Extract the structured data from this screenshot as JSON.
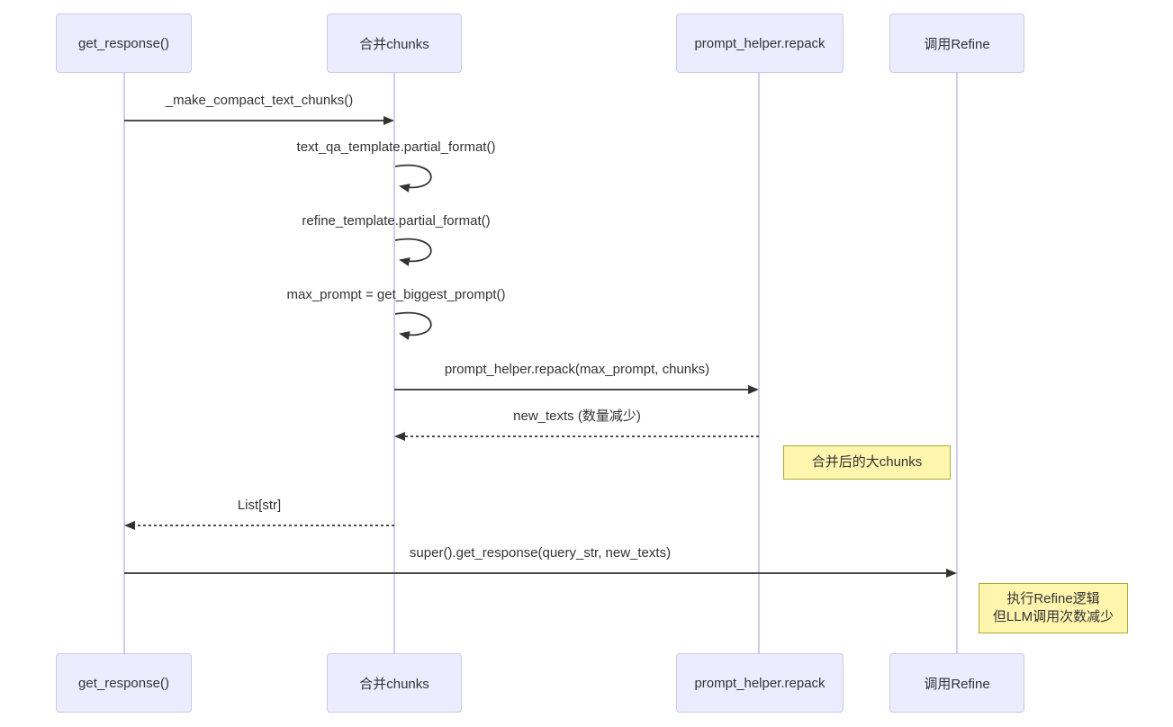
{
  "diagram": {
    "type": "sequence-diagram",
    "participants": [
      {
        "label": "get_response()"
      },
      {
        "label": "合并chunks"
      },
      {
        "label": "prompt_helper.repack"
      },
      {
        "label": "调用Refine"
      }
    ],
    "messages": [
      {
        "label": "_make_compact_text_chunks()",
        "kind": "solid-arrow",
        "from": "get_response()",
        "to": "合并chunks"
      },
      {
        "label": "text_qa_template.partial_format()",
        "kind": "self-loop",
        "on": "合并chunks"
      },
      {
        "label": "refine_template.partial_format()",
        "kind": "self-loop",
        "on": "合并chunks"
      },
      {
        "label": "max_prompt = get_biggest_prompt()",
        "kind": "self-loop",
        "on": "合并chunks"
      },
      {
        "label": "prompt_helper.repack(max_prompt, chunks)",
        "kind": "solid-arrow",
        "from": "合并chunks",
        "to": "prompt_helper.repack"
      },
      {
        "label": "new_texts (数量减少)",
        "kind": "dashed-arrow",
        "from": "prompt_helper.repack",
        "to": "合并chunks"
      },
      {
        "label": "List[str]",
        "kind": "dashed-arrow",
        "from": "合并chunks",
        "to": "get_response()"
      },
      {
        "label": "super().get_response(query_str, new_texts)",
        "kind": "solid-arrow",
        "from": "get_response()",
        "to": "调用Refine"
      }
    ],
    "notes": [
      {
        "line1": "合并后的大chunks"
      },
      {
        "line1": "执行Refine逻辑",
        "line2": "但LLM调用次数减少"
      }
    ],
    "colors": {
      "actor_fill": "#ECECFF",
      "actor_border": "#CFC7EC",
      "lifeline": "#D5CCEC",
      "arrow": "#333333",
      "text": "#333333",
      "note_fill": "#FFF5AD",
      "note_border": "#AAAA33"
    }
  }
}
